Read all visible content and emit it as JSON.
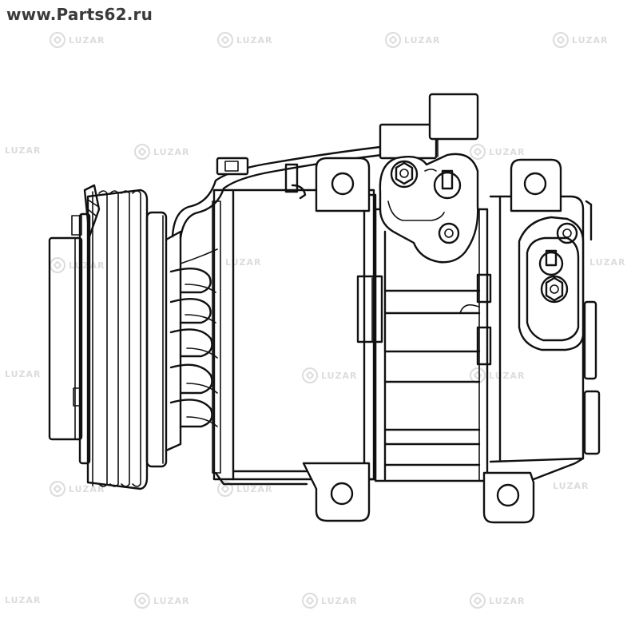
{
  "site": {
    "url": "www.Parts62.ru"
  },
  "watermark": {
    "text": "LUZAR"
  },
  "image": {
    "subject": "ac-compressor-line-drawing",
    "stroke_color": "#111111",
    "background_color": "#ffffff"
  }
}
